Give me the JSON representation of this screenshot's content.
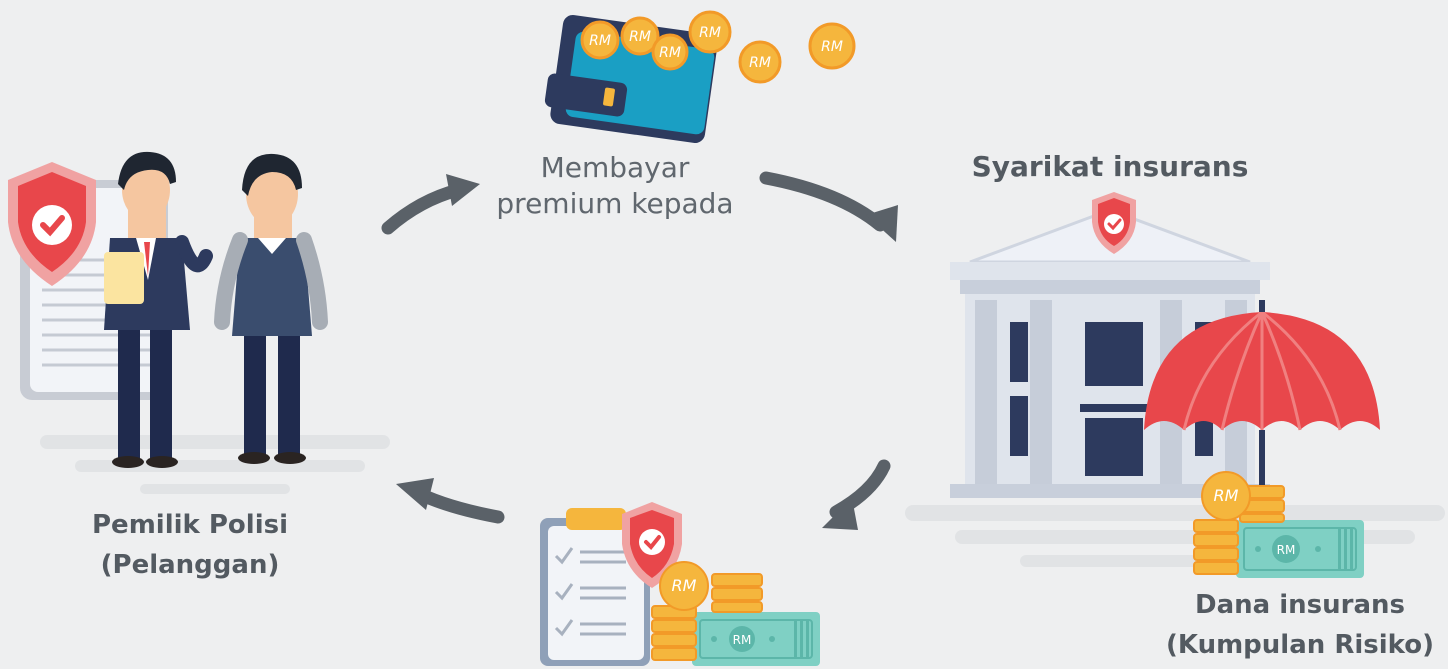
{
  "flow": {
    "payment_label_line1": "Membayar",
    "payment_label_line2": "premium kepada",
    "insurer_title": "Syarikat insurans",
    "policyholder_line1": "Pemilik Polisi",
    "policyholder_line2": "(Pelanggan)",
    "fund_line1": "Dana insurans",
    "fund_line2": "(Kumpulan Risiko)"
  },
  "currency_symbol": "RM",
  "colors": {
    "background": "#eeeff0",
    "arrow": "#5a6168",
    "text": "#535a61",
    "shield_red": "#e8474b",
    "coin": "#f5b63d",
    "cash": "#7fd0c4",
    "umbrella": "#e8474b",
    "wallet": "#1a9fc4"
  },
  "icons": [
    "wallet-icon",
    "coin-icon",
    "shield-icon",
    "bank-building-icon",
    "umbrella-icon",
    "checklist-icon",
    "cash-stack-icon",
    "businessman-icon",
    "customer-icon"
  ]
}
